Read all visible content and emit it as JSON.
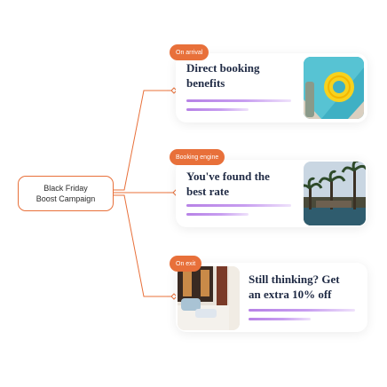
{
  "root": {
    "line1": "Black Friday",
    "line2": "Boost Campaign"
  },
  "cards": [
    {
      "badge": "On arrival",
      "title_line1": "Direct booking",
      "title_line2": "benefits",
      "image": "pool-float-image"
    },
    {
      "badge": "Booking engine",
      "title_line1": "You've found the",
      "title_line2": "best rate",
      "image": "palm-resort-image"
    },
    {
      "badge": "On exit",
      "title_line1": "Still thinking? Get",
      "title_line2": "an extra 10% off",
      "image": "hotel-room-image"
    }
  ],
  "colors": {
    "accent": "#e8703a",
    "title": "#1f2a44",
    "bar": "#b782e6"
  }
}
